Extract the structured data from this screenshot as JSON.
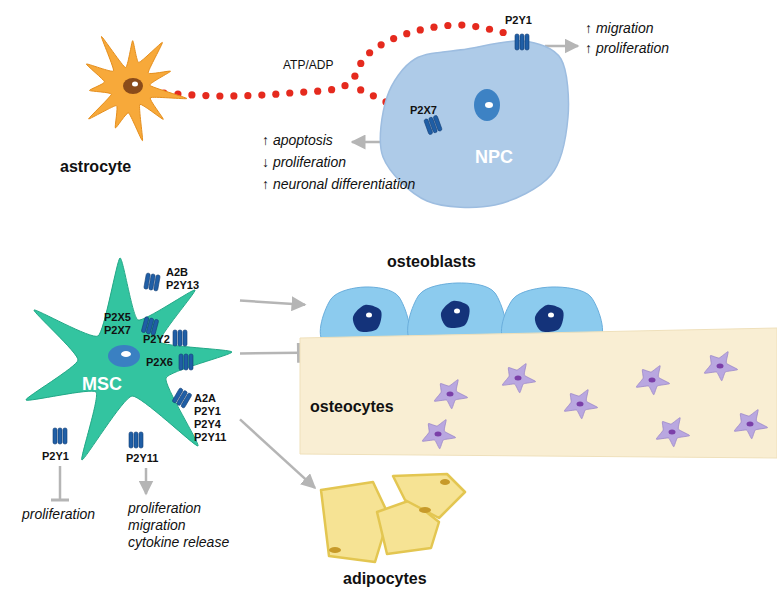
{
  "diagram": {
    "nodes": [
      {
        "text": [
          "astrocyte"
        ]
      },
      {
        "text": [
          "NPC"
        ]
      },
      {
        "text": [
          "MSC"
        ]
      },
      {
        "text": [
          "osteoblasts"
        ]
      },
      {
        "text": [
          "osteocytes"
        ]
      },
      {
        "text": [
          "adipocytes"
        ]
      }
    ],
    "edges": [
      {
        "from": 2,
        "to": 3,
        "arrow": "to"
      },
      {
        "from": 2,
        "to": 4,
        "arrow": "to"
      },
      {
        "from": 2,
        "to": 5,
        "arrow": "to"
      }
    ],
    "labels": [
      "ATP/ADP",
      "P2Y1",
      "P2X7",
      "↑ migration",
      "↑ proliferation",
      "↑ apoptosis",
      "↓ proliferation",
      "↑ neuronal differentiation",
      "A2B",
      "P2Y13",
      "P2X5",
      "P2X7",
      "P2Y2",
      "P2X6",
      "A2A",
      "P2Y1",
      "P2Y4",
      "P2Y11",
      "P2Y1",
      "P2Y11",
      "proliferation",
      "proliferation",
      "migration",
      "cytokine release"
    ]
  }
}
